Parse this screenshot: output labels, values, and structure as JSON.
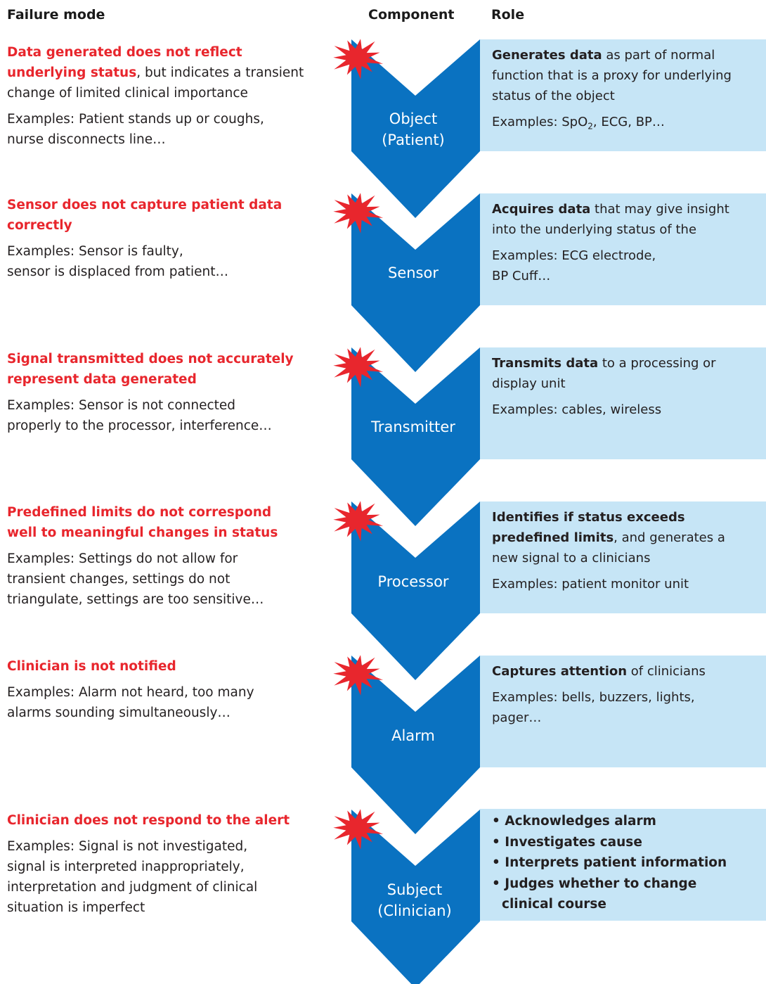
{
  "headers": {
    "failure_mode": "Failure mode",
    "component": "Component",
    "role": "Role"
  },
  "colors": {
    "chevron": "#0a72c1",
    "role_box": "#c6e5f6",
    "failure_title": "#e8262d",
    "starburst": "#e8262d"
  },
  "rows": [
    {
      "failure_title": "Data generated does not reflect underlying status",
      "failure_title_line1": "Data generated does not reflect",
      "failure_title_line2": "underlying status",
      "failure_title_suffix": ", but indicates a transient",
      "failure_title_tail": "change of limited clinical importance",
      "failure_examples_line1": "Examples: Patient stands up or coughs,",
      "failure_examples_line2": "nurse disconnects line…",
      "component_line1": "Object",
      "component_line2": "(Patient)",
      "role_bold": "Generates data",
      "role_line1_rest": " as part of normal",
      "role_line2": "function that is a proxy for underlying",
      "role_line3": "status of the object",
      "role_examples_prefix": "Examples: SpO",
      "role_examples_sub": "2",
      "role_examples_suffix": ", ECG, BP…"
    },
    {
      "failure_title_line1": "Sensor does not capture patient data",
      "failure_title_line2": "correctly",
      "failure_examples_line1": "Examples: Sensor is faulty,",
      "failure_examples_line2": "sensor is displaced from patient…",
      "component_line1": "Sensor",
      "role_bold": "Acquires data",
      "role_line1_rest": " that may give insight",
      "role_line2": "into the underlying status of the",
      "role_examples_line1": "Examples: ECG electrode,",
      "role_examples_line2": "BP Cuff…"
    },
    {
      "failure_title_line1": "Signal transmitted does not accurately",
      "failure_title_line2": "represent data generated",
      "failure_examples_line1": "Examples: Sensor is not connected",
      "failure_examples_line2": "properly to the processor, interference…",
      "component_line1": "Transmitter",
      "role_bold": "Transmits data",
      "role_line1_rest": " to a processing or",
      "role_line2": "display unit",
      "role_examples_line1": "Examples: cables, wireless"
    },
    {
      "failure_title_line1": "Predefined limits do not correspond",
      "failure_title_line2": "well to meaningful changes in status",
      "failure_examples_line1": "Examples: Settings do not allow for",
      "failure_examples_line2": "transient changes, settings do not",
      "failure_examples_line3": "triangulate, settings are too sensitive…",
      "component_line1": "Processor",
      "role_bold_line1": "Identifies if status exceeds",
      "role_bold_line2": "predefined limits",
      "role_line2_rest": ", and generates a",
      "role_line3": "new signal to a clinicians",
      "role_examples_line1": "Examples: patient monitor unit"
    },
    {
      "failure_title_line1": "Clinician is not notified",
      "failure_examples_line1": "Examples: Alarm not heard, too many",
      "failure_examples_line2": "alarms sounding simultaneously…",
      "component_line1": "Alarm",
      "role_bold": "Captures attention",
      "role_line1_rest": " of clinicians",
      "role_examples_line1": "Examples: bells, buzzers, lights,",
      "role_examples_line2": "pager…"
    },
    {
      "failure_title_line1": "Clinician does not respond to the alert",
      "failure_examples_line1": "Examples: Signal is not investigated,",
      "failure_examples_line2": "signal is interpreted inappropriately,",
      "failure_examples_line3": "interpretation and judgment of clinical",
      "failure_examples_line4": "situation is imperfect",
      "component_line1": "Subject",
      "component_line2": "(Clinician)",
      "role_bullets": [
        "Acknowledges alarm",
        "Investigates cause",
        "Interprets patient information",
        "Judges whether to change clinical course"
      ],
      "role_bullet4_line1": "Judges whether to change",
      "role_bullet4_line2": "clinical course"
    }
  ]
}
